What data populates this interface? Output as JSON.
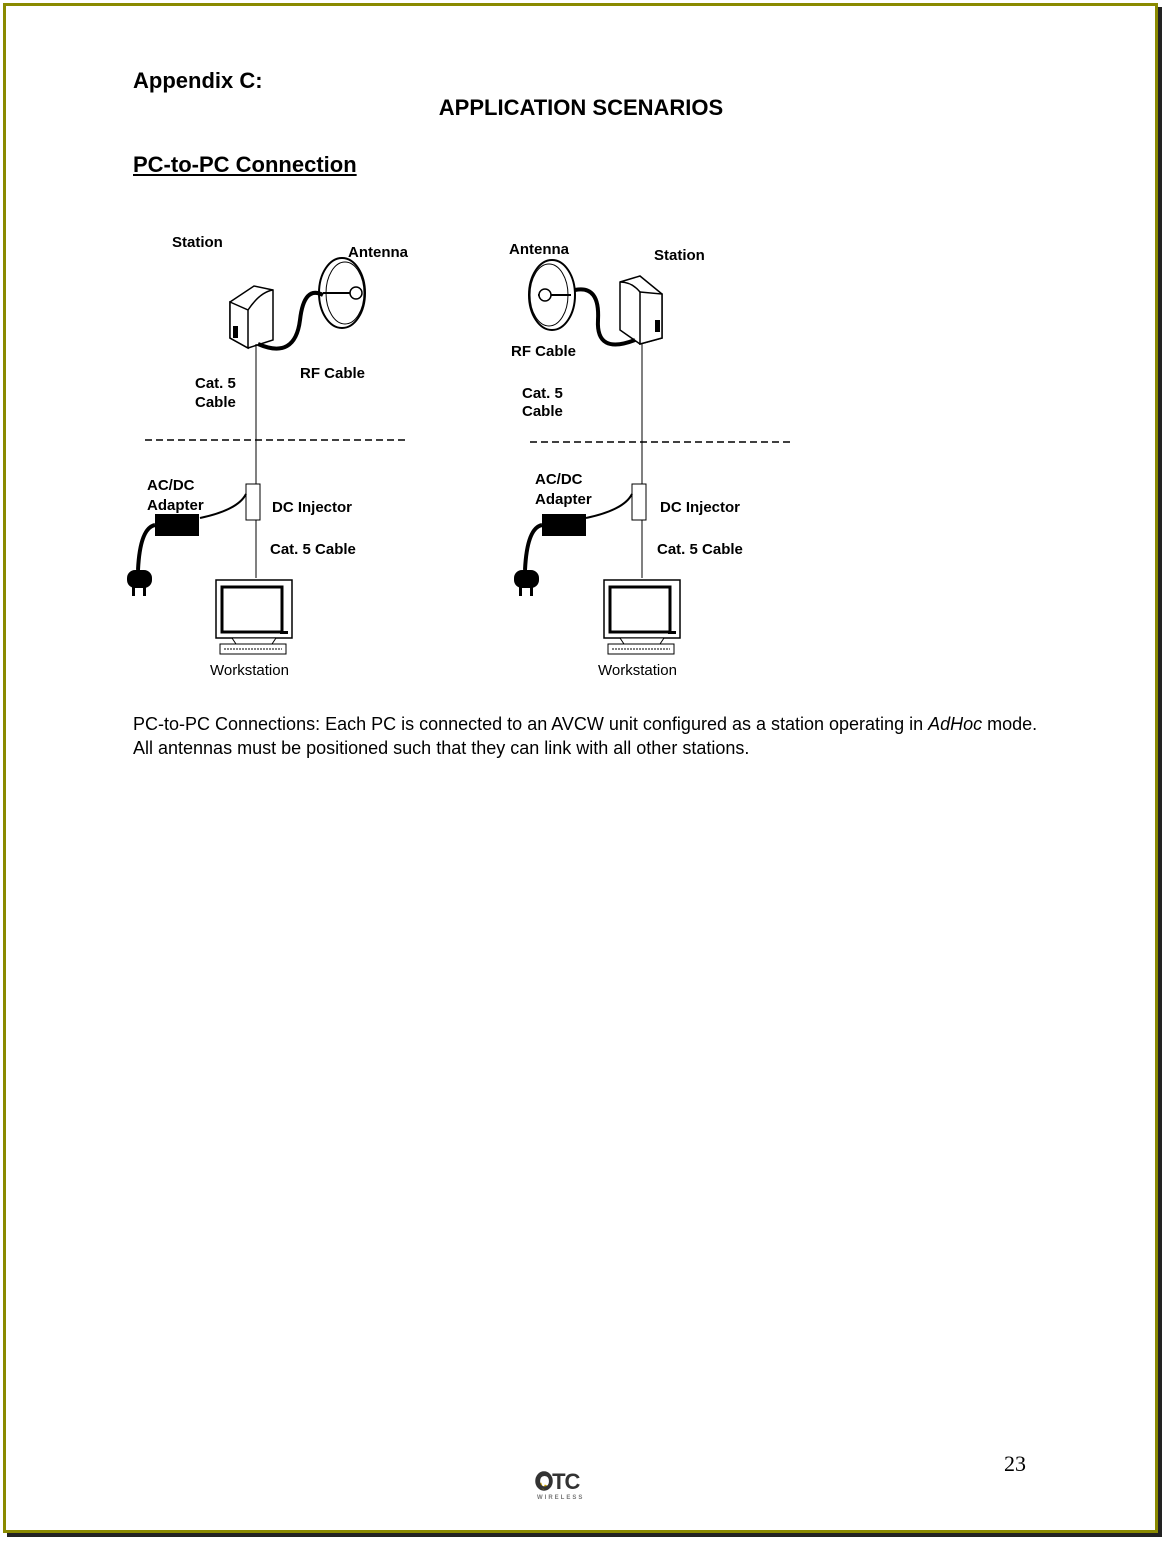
{
  "header": {
    "appendix": "Appendix C:",
    "title": "APPLICATION SCENARIOS",
    "section": "PC-to-PC Connection"
  },
  "diagram": {
    "left": {
      "station": "Station",
      "antenna": "Antenna",
      "rf_cable": "RF Cable",
      "cat5_line1": "Cat. 5",
      "cat5_line2": "Cable",
      "acdc_line1": "AC/DC",
      "acdc_line2": "Adapter",
      "dc_injector": "DC Injector",
      "cat5_cable": "Cat. 5 Cable",
      "workstation": "Workstation"
    },
    "right": {
      "station": "Station",
      "antenna": "Antenna",
      "rf_cable": "RF Cable",
      "cat5_line1": "Cat. 5",
      "cat5_line2": "Cable",
      "acdc_line1": "AC/DC",
      "acdc_line2": "Adapter",
      "dc_injector": "DC Injector",
      "cat5_cable": "Cat. 5 Cable",
      "workstation": "Workstation"
    }
  },
  "description": {
    "part1": "PC-to-PC Connections: Each PC is connected to an AVCW unit configured as a station operating in ",
    "mode": "AdHoc",
    "part2": " mode.  All antennas must be positioned such that they can link with all other stations."
  },
  "footer": {
    "page_number": "23",
    "logo_text": "OTC",
    "logo_sub": "WIRELESS"
  },
  "colors": {
    "border": "#8a8a00",
    "logo_gold": "#c8a000"
  }
}
